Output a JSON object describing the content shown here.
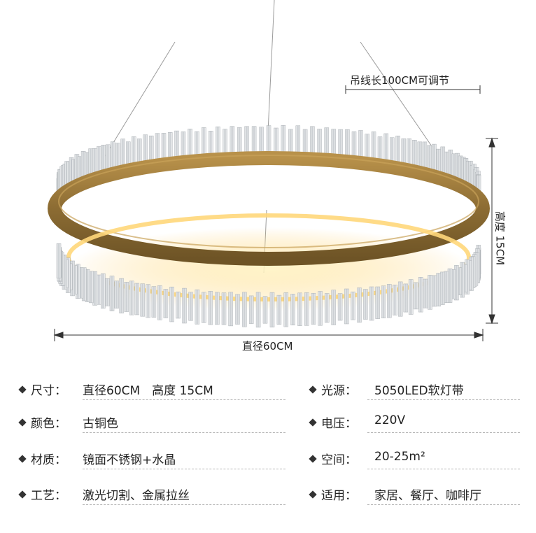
{
  "dimensions": {
    "cable_length": "吊线长100CM可调节",
    "diameter": "直径60CM",
    "height": "高度 15CM"
  },
  "specs_left": [
    {
      "key": "尺寸：",
      "value": "直径60CM　高度 15CM"
    },
    {
      "key": "颜色：",
      "value": "古铜色"
    },
    {
      "key": "材质：",
      "value": "镜面不锈钢+水晶"
    },
    {
      "key": "工艺：",
      "value": "激光切割、金属拉丝"
    }
  ],
  "specs_right": [
    {
      "key": "光源：",
      "value": "5050LED软灯带"
    },
    {
      "key": "电压：",
      "value": "220V"
    },
    {
      "key": "空间：",
      "value": "20-25m²"
    },
    {
      "key": "适用：",
      "value": "家居、餐厅、咖啡厅"
    }
  ],
  "colors": {
    "ring_bronze": "#9a7a3e",
    "glow": "#ffcf6a",
    "crystal": "#d9dde0"
  }
}
